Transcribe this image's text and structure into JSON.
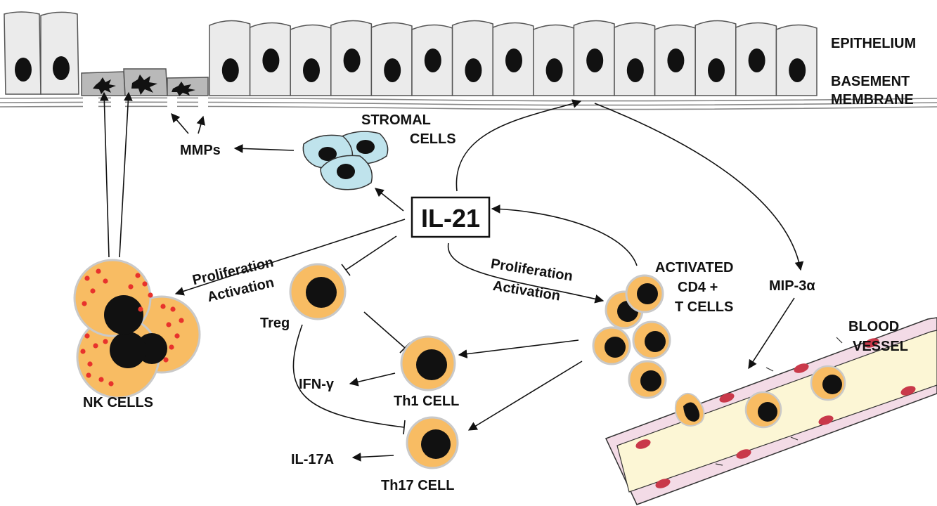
{
  "labels": {
    "epithelium": "EPITHELIUM",
    "basement_1": "BASEMENT",
    "basement_2": "MEMBRANE",
    "stromal_1": "STROMAL",
    "stromal_2": "CELLS",
    "mmps": "MMPs",
    "il21": "IL-21",
    "prolif_left_1": "Proliferation",
    "prolif_left_2": "Activation",
    "prolif_right_1": "Proliferation",
    "prolif_right_2": "Activation",
    "activated_1": "ACTIVATED",
    "activated_2": "CD4 +",
    "activated_3": "T CELLS",
    "mip": "MIP-3α",
    "blood_1": "BLOOD",
    "blood_2": "VESSEL",
    "treg": "Treg",
    "ifn": "IFN-γ",
    "th1": "Th1 CELL",
    "il17": "IL-17A",
    "th17": "Th17 CELL",
    "nk": "NK CELLS"
  },
  "colors": {
    "epithelial_cell": "#ebebeb",
    "damaged_cell": "#b9b9b9",
    "stromal_cell": "#bfe3ec",
    "t_cell_cytoplasm": "#f8bc63",
    "nucleus": "#111111",
    "granule": "#e8322c",
    "vessel_lumen": "#fcf6d5",
    "vessel_wall": "#f3dbe6",
    "endothelial_nucleus": "#c9394a"
  }
}
